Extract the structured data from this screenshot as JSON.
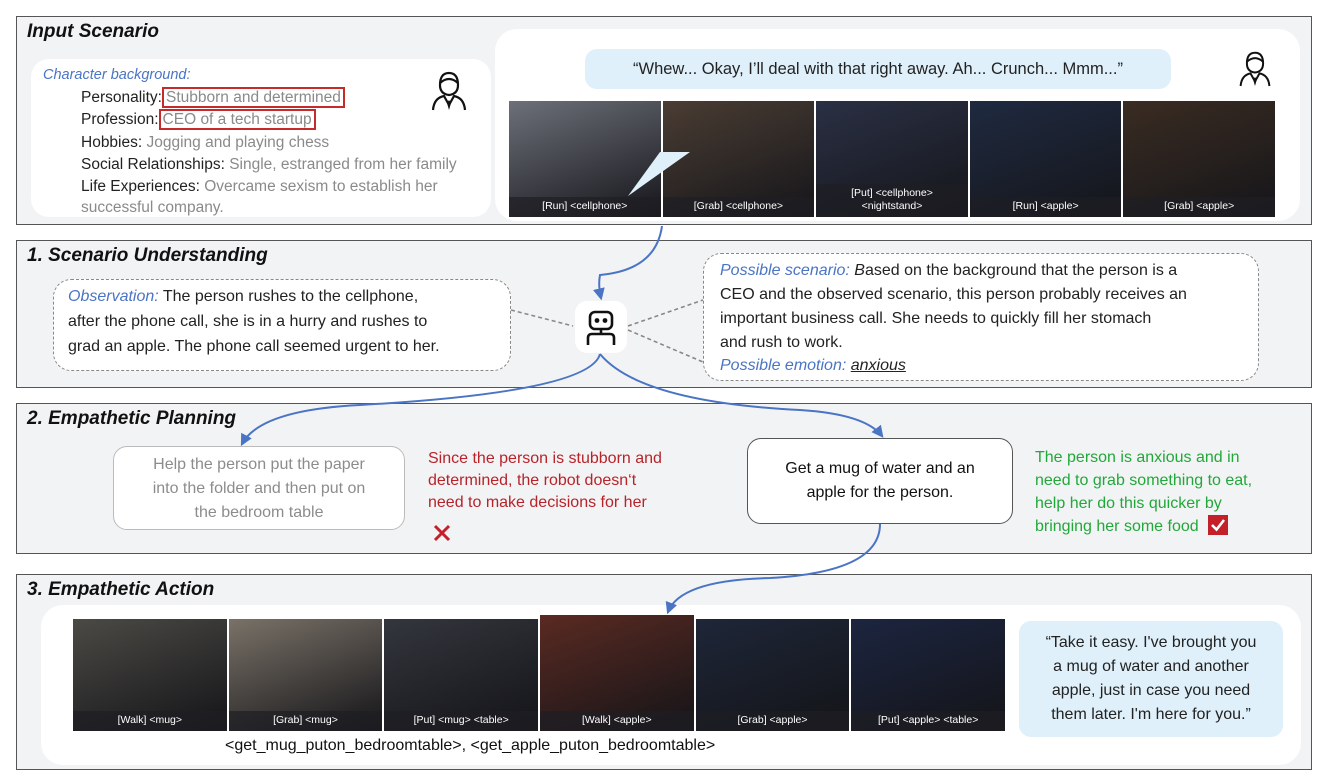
{
  "panels": {
    "input": "Input Scenario",
    "understanding": "1. Scenario Understanding",
    "planning": "2. Empathetic Planning",
    "action": "3. Empathetic Action"
  },
  "background": {
    "heading": "Character background:",
    "rows": [
      {
        "label": "Personality:",
        "value": "Stubborn and determined",
        "boxed": true
      },
      {
        "label": "Profession:",
        "value": "CEO of a tech startup",
        "boxed": true
      },
      {
        "label": "Hobbies:",
        "value": "Jogging and playing chess",
        "boxed": false
      },
      {
        "label": "Social Relationships:",
        "value": "Single, estranged from her family",
        "boxed": false
      },
      {
        "label": "Life Experiences:",
        "value": "Overcame sexism to establish her",
        "boxed": false
      }
    ],
    "continuation": "successful company."
  },
  "speech_in": "“Whew... Okay, I’ll deal with that right away. Ah... Crunch... Mmm...”",
  "frames_in": [
    {
      "l1": "[Run] <cellphone>",
      "l2": "",
      "color": "#6d7079"
    },
    {
      "l1": "[Grab] <cellphone>",
      "l2": "",
      "color": "#4a3d33"
    },
    {
      "l1": "[Put] <cellphone>",
      "l2": "<nightstand>",
      "color": "#2a3044"
    },
    {
      "l1": "[Run] <apple>",
      "l2": "",
      "color": "#1f2a40"
    },
    {
      "l1": "[Grab] <apple>",
      "l2": "",
      "color": "#3a2c22"
    }
  ],
  "observation": {
    "label": "Observation:",
    "l1": "The person rushes to the cellphone,",
    "l2": "after the phone call, she is in a hurry and rushes to",
    "l3": "grad an apple. The phone call seemed urgent to her."
  },
  "scenario": {
    "label": "Possible scenario:",
    "b": "B",
    "l1": "ased on the background that the person is a",
    "l2": "CEO and the observed scenario, this person probably receives an",
    "l3": "important business call. She needs to quickly fill her stomach",
    "l4": "and rush to work.",
    "emotion_label": "Possible emotion:",
    "emotion": "anxious"
  },
  "plan_bad": {
    "l1": "Help the person put the paper",
    "l2": "into the folder and then put on",
    "l3": "the bedroom table",
    "r1": "Since the person is stubborn and",
    "r2": "determined, the robot doesn‘t",
    "r3": "need to make decisions for her"
  },
  "plan_good": {
    "l1": "Get a mug of water and an",
    "l2": "apple for the person.",
    "r1": "The person is anxious and in",
    "r2": "need to grab something to eat,",
    "r3": "help her do this quicker by",
    "r4": "bringing her some food"
  },
  "frames_out": [
    {
      "cap": "[Walk] <mug>",
      "color": "#4b4a45"
    },
    {
      "cap": "[Grab] <mug>",
      "color": "#7a7268"
    },
    {
      "cap": "[Put] <mug>  <table>",
      "color": "#33363d"
    },
    {
      "cap": "[Walk] <apple>",
      "color": "#5a2a22"
    },
    {
      "cap": "[Grab] <apple>",
      "color": "#1e2638"
    },
    {
      "cap": "[Put] <apple> <table>",
      "color": "#1c2540"
    }
  ],
  "actions_code": "<get_mug_puton_bedroomtable>, <get_apple_puton_bedroomtable>",
  "speech_out": {
    "l1": "“Take it easy. I've brought you",
    "l2": "a mug of water and another",
    "l3": "apple, just in case you need",
    "l4": "them later. I'm here for you.”"
  },
  "colors": {
    "blue": "#4a74c4",
    "red": "#b8232a",
    "green": "#22a83a",
    "arrow": "#4a74c4"
  }
}
